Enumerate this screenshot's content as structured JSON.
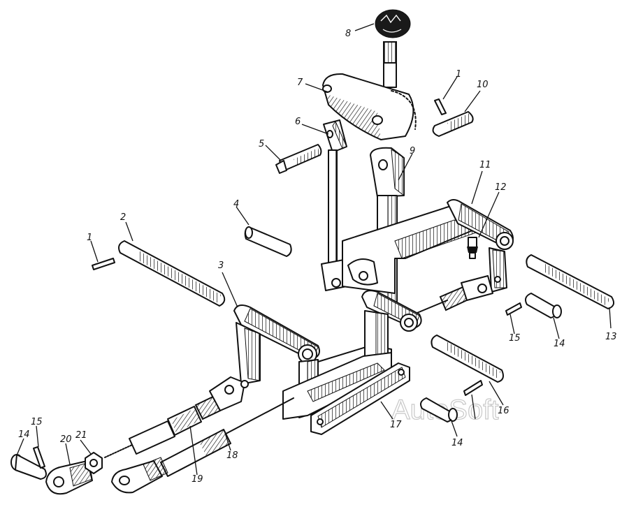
{
  "watermark": "AutoSoft",
  "labels": [
    {
      "id": "1",
      "text": "1"
    },
    {
      "id": "2",
      "text": "2"
    },
    {
      "id": "3",
      "text": "3"
    },
    {
      "id": "4",
      "text": "4"
    },
    {
      "id": "5",
      "text": "5"
    },
    {
      "id": "6",
      "text": "6"
    },
    {
      "id": "7",
      "text": "7"
    },
    {
      "id": "8",
      "text": "8"
    },
    {
      "id": "9",
      "text": "9"
    },
    {
      "id": "10",
      "text": "10"
    },
    {
      "id": "11",
      "text": "11"
    },
    {
      "id": "12",
      "text": "12"
    },
    {
      "id": "13",
      "text": "13"
    },
    {
      "id": "14",
      "text": "14"
    },
    {
      "id": "15",
      "text": "15"
    },
    {
      "id": "16",
      "text": "16"
    },
    {
      "id": "17",
      "text": "17"
    },
    {
      "id": "18",
      "text": "18"
    },
    {
      "id": "19",
      "text": "19"
    },
    {
      "id": "20",
      "text": "20"
    },
    {
      "id": "21",
      "text": "21"
    }
  ]
}
